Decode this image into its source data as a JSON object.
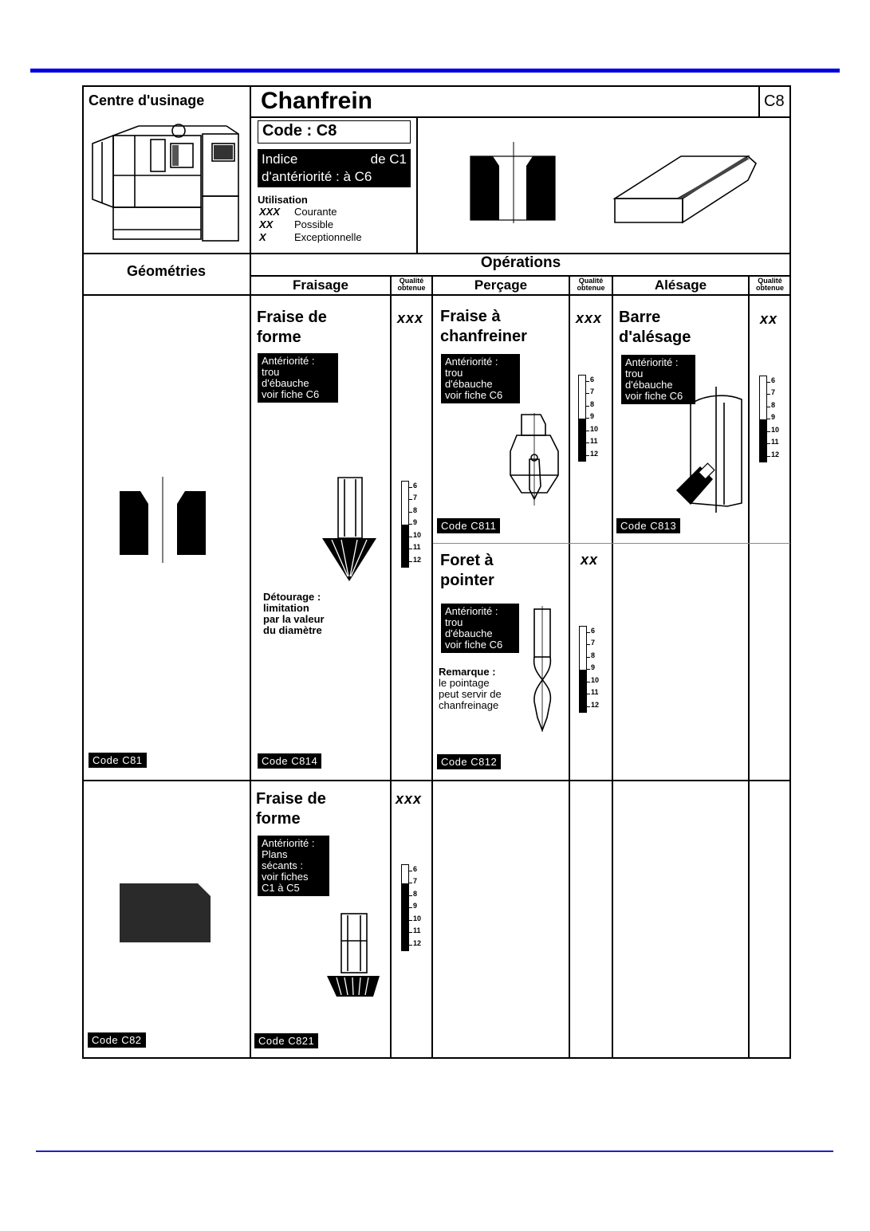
{
  "header": {
    "machine_label": "Centre d'usinage",
    "title": "Chanfrein",
    "corner_code": "C8",
    "code_label": "Code : C8",
    "index": {
      "line1_left": "Indice",
      "line1_right": "de C1",
      "line2": "d'antériorité : à C6"
    },
    "legend": {
      "title": "Utilisation",
      "items": [
        {
          "marks": "XXX",
          "label": "Courante"
        },
        {
          "marks": "XX",
          "label": "Possible"
        },
        {
          "marks": "X",
          "label": "Exceptionnelle"
        }
      ]
    }
  },
  "columns": {
    "geometries": "Géométries",
    "operations": "Opérations",
    "fraisage": "Fraisage",
    "percage": "Perçage",
    "alesage": "Alésage",
    "quality_line1": "Qualité",
    "quality_line2": "obtenue"
  },
  "scale_ticks": [
    "6",
    "7",
    "8",
    "9",
    "10",
    "11",
    "12"
  ],
  "row1": {
    "geometry_code": "Code  C81",
    "fraisage": {
      "title_line1": "Fraise de",
      "title_line2": "forme",
      "stars": "xxx",
      "anteriority": [
        "Antériorité :",
        "trou",
        "d'ébauche",
        "voir fiche C6"
      ],
      "note": [
        "Détourage :",
        "limitation",
        "par la valeur",
        "du diamètre"
      ],
      "code": "Code  C814"
    },
    "percage_a": {
      "title_line1": "Fraise à",
      "title_line2": "chanfreiner",
      "stars": "xxx",
      "anteriority": [
        "Antériorité :",
        "trou",
        "d'ébauche",
        "voir fiche C6"
      ],
      "code": "Code  C811"
    },
    "percage_b": {
      "title_line1": "Foret à",
      "title_line2": "pointer",
      "stars": "xx",
      "anteriority": [
        "Antériorité :",
        "trou",
        "d'ébauche",
        "voir fiche C6"
      ],
      "note": [
        "Remarque :",
        "le pointage",
        "peut servir de",
        "chanfreinage"
      ],
      "code": "Code  C812"
    },
    "alesage": {
      "title_line1": "Barre",
      "title_line2": "d'alésage",
      "stars": "xx",
      "anteriority": [
        "Antériorité :",
        "trou",
        "d'ébauche",
        "voir fiche C6"
      ],
      "code": "Code  C813"
    }
  },
  "row2": {
    "geometry_code": "Code  C82",
    "fraisage": {
      "title_line1": "Fraise de",
      "title_line2": "forme",
      "stars": "xxx",
      "anteriority": [
        "Antériorité :",
        "Plans",
        "sécants :",
        "voir fiches",
        "C1 à C5"
      ],
      "code": "Code  C821"
    }
  },
  "quality": {
    "row1_fraisage": 9,
    "row1_percage_a": 9,
    "row1_percage_b": 9,
    "row1_alesage": 9,
    "row2_fraisage": 7
  }
}
